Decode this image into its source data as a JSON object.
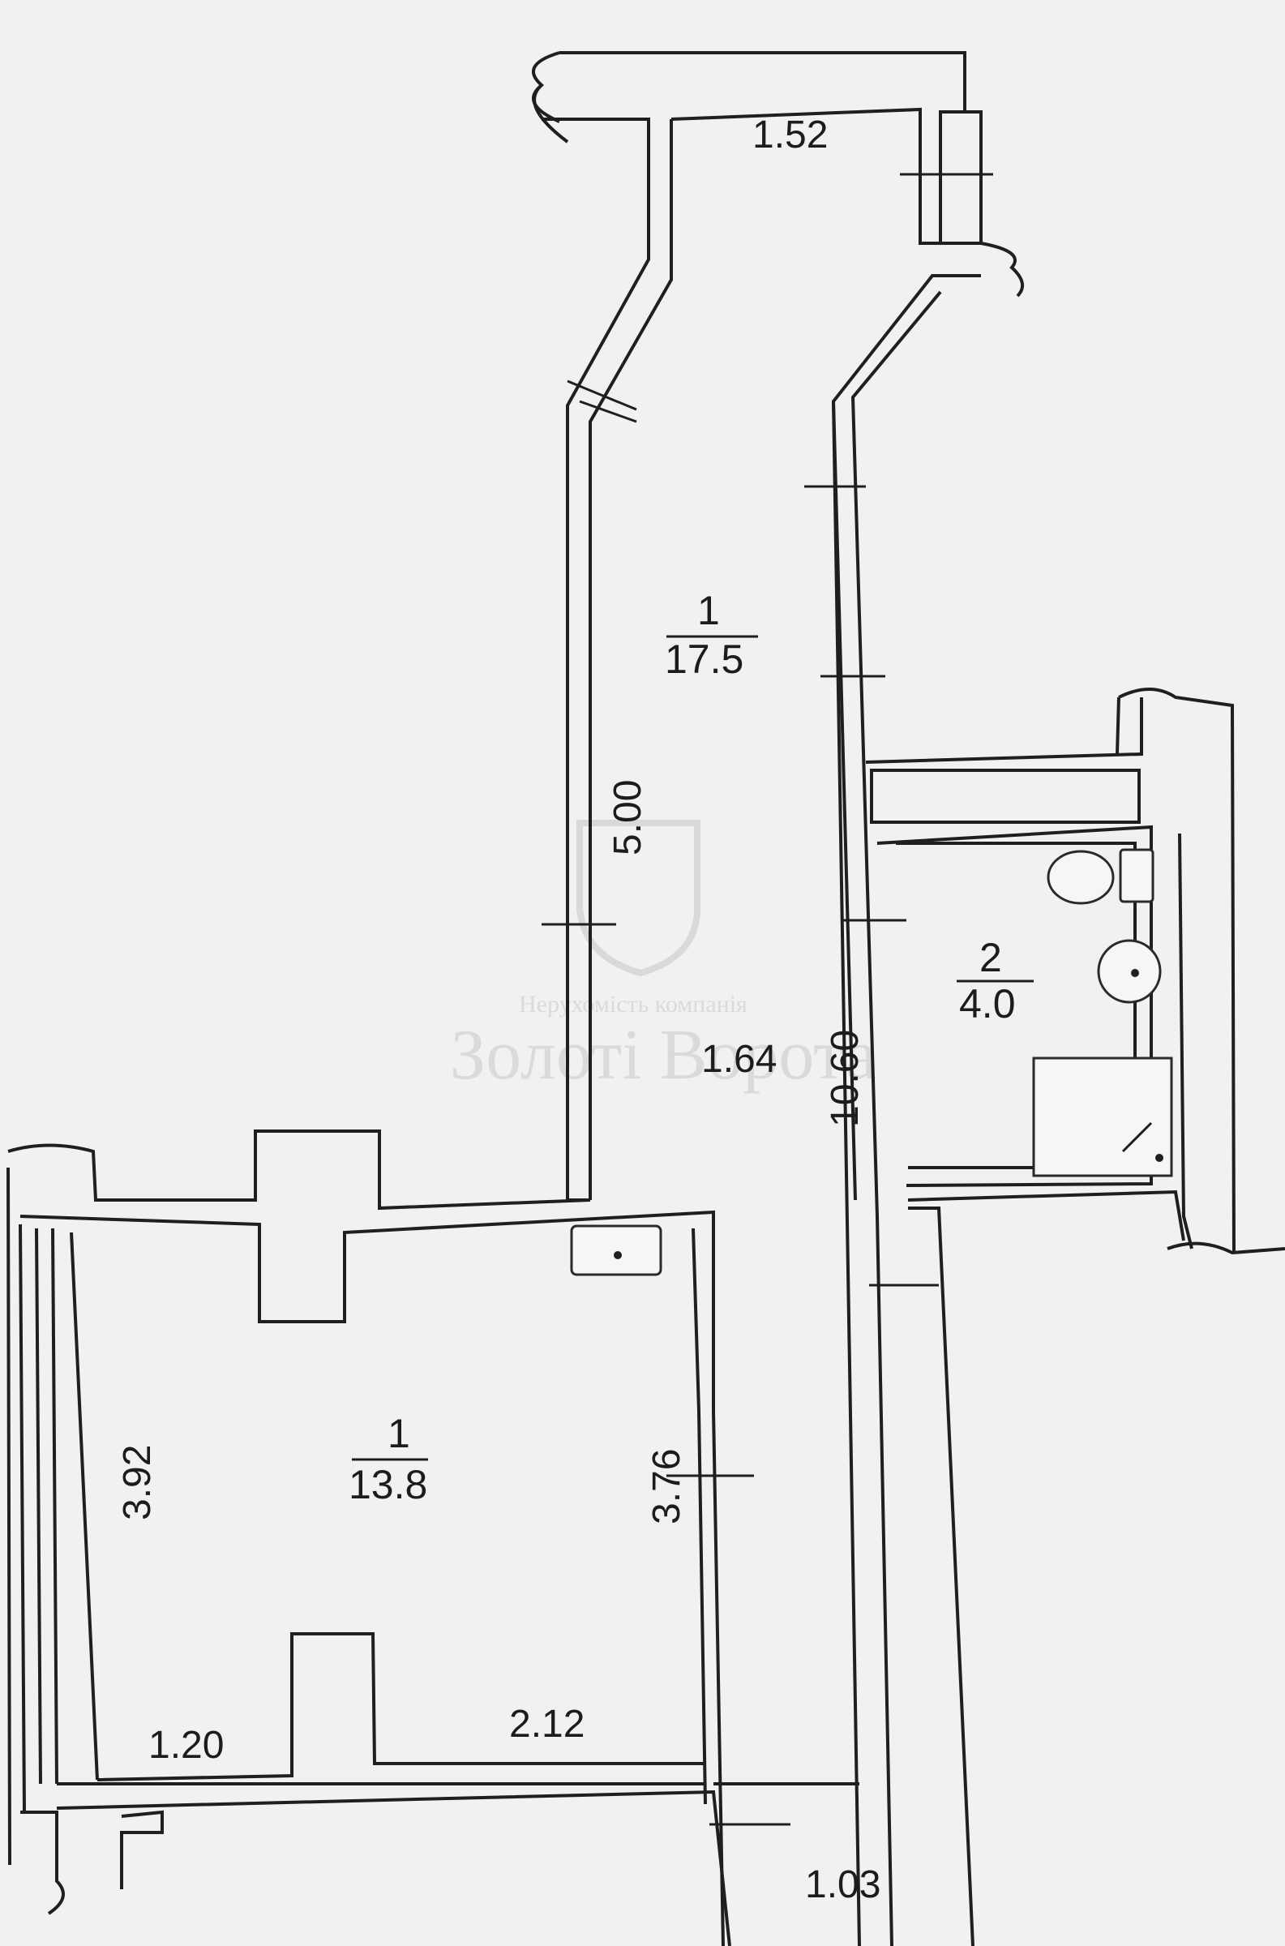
{
  "rooms": {
    "upper_room": {
      "number": "1",
      "area": "17.5"
    },
    "bathroom": {
      "number": "2",
      "area": "4.0"
    },
    "lower_room": {
      "number": "1",
      "area": "13.8"
    }
  },
  "dimensions": {
    "top_width": "1.52",
    "corridor_length": "5.00",
    "corridor_width": "1.64",
    "right_length": "10.60",
    "lower_left": "3.92",
    "lower_right": "3.76",
    "bottom_left": "1.20",
    "bottom_right": "2.12",
    "bottom_corner": "1.03"
  },
  "watermark": {
    "subtitle": "Нерухомість компанія",
    "name": "Золоті Ворота"
  }
}
